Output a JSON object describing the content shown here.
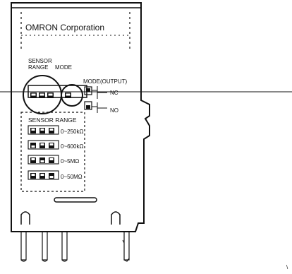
{
  "company": "OMRON  Corporation",
  "labels": {
    "sensor_range_top": "SENSOR",
    "sensor_range_bottom": "RANGE",
    "mode": "MODE",
    "mode_output": "MODE(OUTPUT)",
    "nc_upper": "NC",
    "nc_lower": "NO",
    "sensor_range_table_title": "SENSOR RANGE"
  },
  "ranges": [
    {
      "label": "0~250kΩ"
    },
    {
      "label": "0~600kΩ"
    },
    {
      "label": "0~5MΩ"
    },
    {
      "label": "0~50MΩ"
    }
  ],
  "corner_mark": "\\"
}
